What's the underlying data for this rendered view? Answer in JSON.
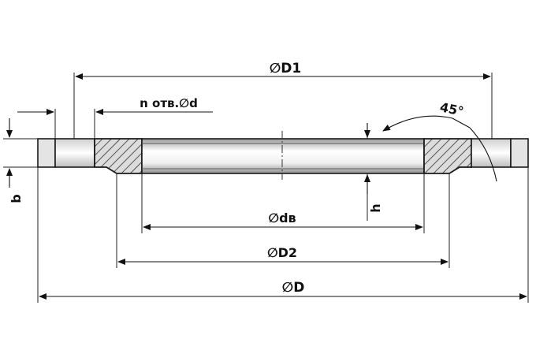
{
  "labels": {
    "D1": "∅D1",
    "holes": "n отв.∅d",
    "angle": "45°",
    "dv": "∅dв",
    "D2": "∅D2",
    "D": "∅D",
    "b": "b",
    "h": "h"
  },
  "colors": {
    "stroke": "#1a1a1a",
    "body_fill": "#e2e2e2",
    "bore_fill": "#f4f4f4"
  }
}
